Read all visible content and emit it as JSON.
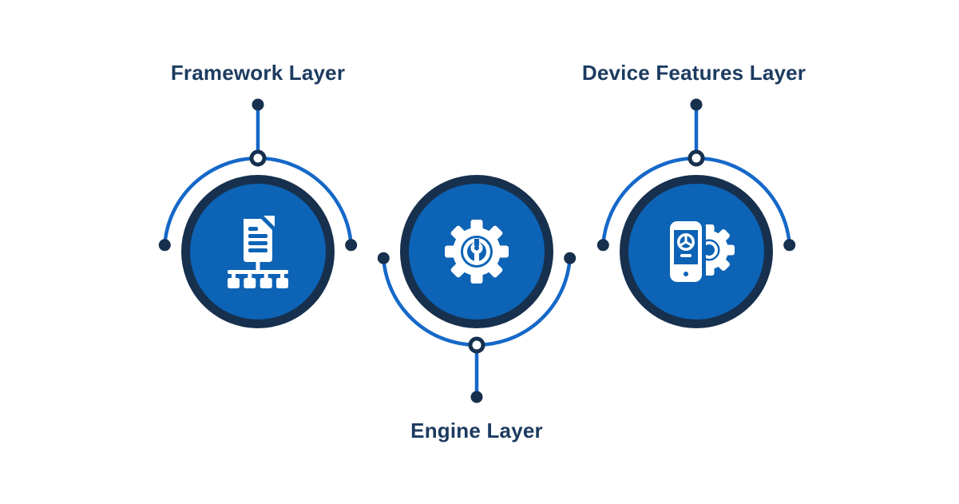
{
  "diagram": {
    "layers": [
      {
        "label": "Framework Layer",
        "icon": "document-hierarchy-icon",
        "label_position": "top"
      },
      {
        "label": "Engine Layer",
        "icon": "gear-wrench-icon",
        "label_position": "bottom"
      },
      {
        "label": "Device Features Layer",
        "icon": "phone-gear-icon",
        "label_position": "top"
      }
    ],
    "colors": {
      "navy": "#16304E",
      "circle-blue": "#0D63B5",
      "connector-blue": "#1568C8",
      "label-text": "#1C3B60",
      "background": "#FFFFFF"
    }
  }
}
